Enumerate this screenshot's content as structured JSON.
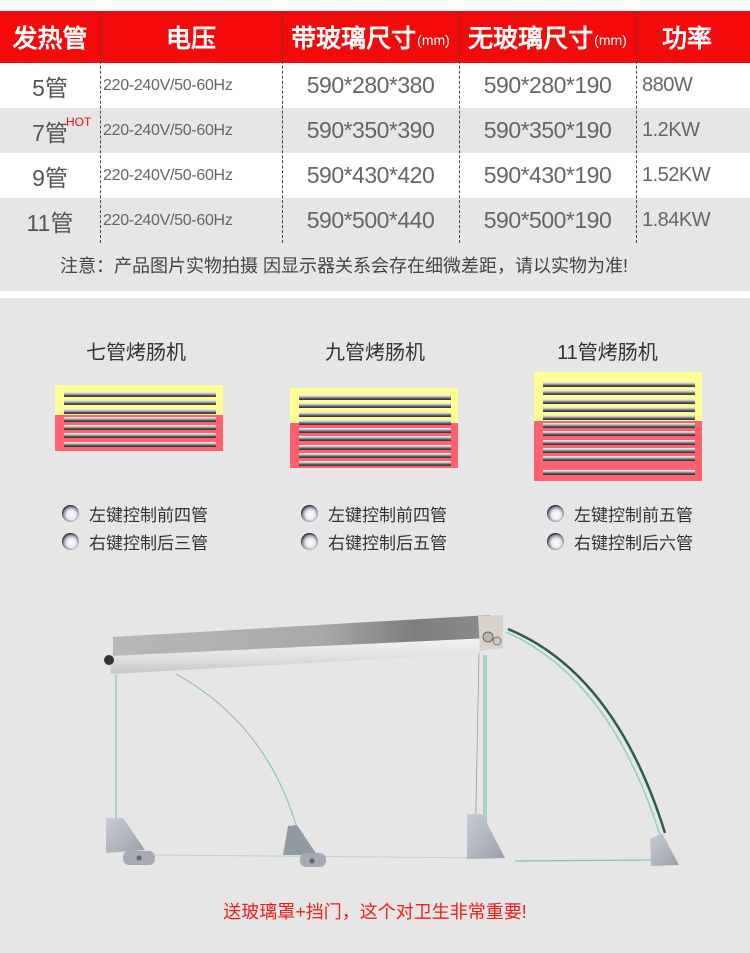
{
  "spec_table": {
    "headers": [
      {
        "label": "发热管",
        "unit": ""
      },
      {
        "label": "电压",
        "unit": ""
      },
      {
        "label": "带玻璃尺寸",
        "unit": "(mm)"
      },
      {
        "label": "无玻璃尺寸",
        "unit": "(mm)"
      },
      {
        "label": "功率",
        "unit": ""
      }
    ],
    "rows": [
      {
        "tubes": "5管",
        "badge": "",
        "voltage": "220-240V/50-60Hz",
        "size_with_glass": "590*280*380",
        "size_without_glass": "590*280*190",
        "power": "880W"
      },
      {
        "tubes": "7管",
        "badge": "HOT",
        "voltage": "220-240V/50-60Hz",
        "size_with_glass": "590*350*390",
        "size_without_glass": "590*350*190",
        "power": "1.2KW"
      },
      {
        "tubes": "9管",
        "badge": "",
        "voltage": "220-240V/50-60Hz",
        "size_with_glass": "590*430*420",
        "size_without_glass": "590*430*190",
        "power": "1.52KW"
      },
      {
        "tubes": "11管",
        "badge": "",
        "voltage": "220-240V/50-60Hz",
        "size_with_glass": "590*500*440",
        "size_without_glass": "590*500*190",
        "power": "1.84KW"
      }
    ],
    "note": "注意：产品图片实物拍摄 因显示器关系会存在细微差距，请以实物为准!"
  },
  "colors": {
    "header_red": "#f40a0a",
    "zone_yellow": "#fffd96",
    "zone_red": "#ff6170",
    "background_grey": "#e6e6e6",
    "footer_red": "#f21c1c"
  },
  "models": [
    {
      "title": "七管烤肠机",
      "front_tubes": 4,
      "rear_tubes": 3,
      "controls": [
        {
          "icon": "knob-icon",
          "label": "左键控制前四管"
        },
        {
          "icon": "knob-icon",
          "label": "右键控制后三管"
        }
      ]
    },
    {
      "title": "九管烤肠机",
      "front_tubes": 4,
      "rear_tubes": 5,
      "controls": [
        {
          "icon": "knob-icon",
          "label": "左键控制前四管"
        },
        {
          "icon": "knob-icon",
          "label": "右键控制后五管"
        }
      ]
    },
    {
      "title": "11管烤肠机",
      "front_tubes": 5,
      "rear_tubes": 6,
      "controls": [
        {
          "icon": "knob-icon",
          "label": "左键控制前五管"
        },
        {
          "icon": "knob-icon",
          "label": "右键控制后六管"
        }
      ]
    }
  ],
  "product_image": {
    "subject": "glass-hood-with-door"
  },
  "footer": {
    "text": "送玻璃罩+挡门，这个对卫生非常重要!"
  }
}
